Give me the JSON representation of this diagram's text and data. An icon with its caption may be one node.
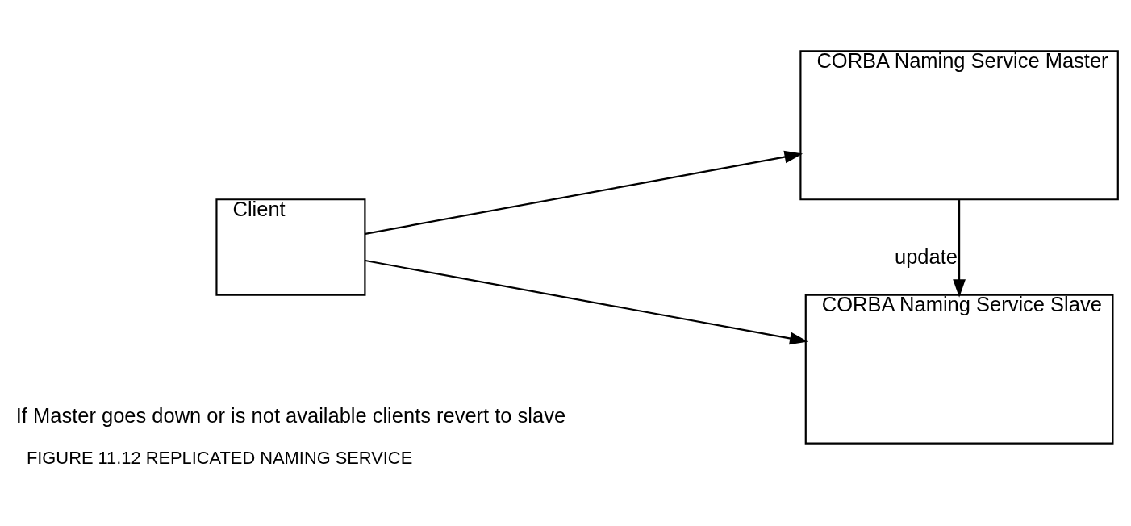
{
  "diagram": {
    "caption": "FIGURE 11.12 REPLICATED NAMING SERVICE",
    "nodes": [
      {
        "text": [
          "Client"
        ]
      },
      {
        "text": [
          "CORBA Naming Service Master"
        ]
      },
      {
        "text": [
          "CORBA Naming Service Slave"
        ]
      }
    ],
    "edges": [
      {
        "from": 0,
        "to": 1,
        "arrow": "to"
      },
      {
        "from": 0,
        "to": 2,
        "arrow": "to"
      },
      {
        "from": 1,
        "to": 2,
        "arrow": "to",
        "label": "update"
      }
    ],
    "labels": [
      "If Master goes down or is not available clients revert to slave"
    ]
  }
}
